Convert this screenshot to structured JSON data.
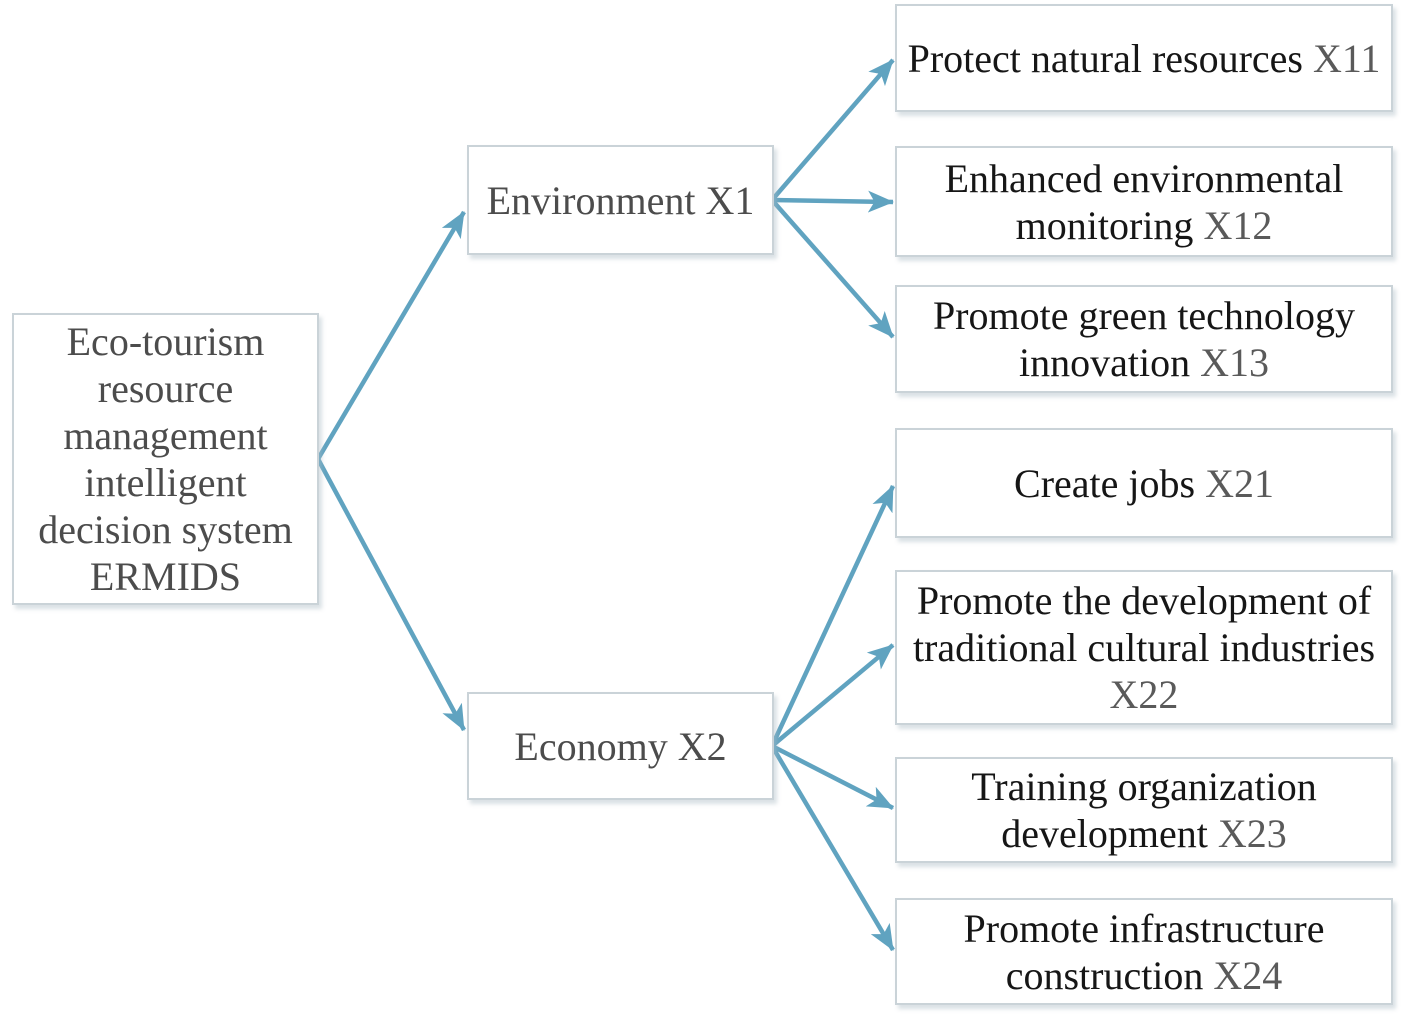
{
  "colors": {
    "arrow": "#60a3c0",
    "box_border": "#cad3d8",
    "parent_text": "#4c4c4c",
    "leaf_text": "#161616",
    "code_text": "#5a5a5a",
    "background": "#ffffff"
  },
  "nodes": {
    "root": {
      "label": "Eco-tourism resource management intelligent decision system ERMIDS"
    },
    "environment": {
      "label": "Environment",
      "code": "X1"
    },
    "economy": {
      "label": "Economy",
      "code": "X2"
    },
    "x11": {
      "label": "Protect natural resources",
      "code": "X11"
    },
    "x12": {
      "label": "Enhanced environmental monitoring",
      "code": "X12"
    },
    "x13": {
      "label": "Promote green technology innovation",
      "code": "X13"
    },
    "x21": {
      "label": "Create jobs",
      "code": "X21"
    },
    "x22": {
      "label": "Promote the development of traditional cultural industries",
      "code": "X22"
    },
    "x23": {
      "label": "Training organization development",
      "code": "X23"
    },
    "x24": {
      "label": "Promote infrastructure construction",
      "code": "X24"
    }
  },
  "edges": [
    {
      "from": "root",
      "to": "environment"
    },
    {
      "from": "root",
      "to": "economy"
    },
    {
      "from": "environment",
      "to": "x11"
    },
    {
      "from": "environment",
      "to": "x12"
    },
    {
      "from": "environment",
      "to": "x13"
    },
    {
      "from": "economy",
      "to": "x21"
    },
    {
      "from": "economy",
      "to": "x22"
    },
    {
      "from": "economy",
      "to": "x23"
    },
    {
      "from": "economy",
      "to": "x24"
    }
  ]
}
